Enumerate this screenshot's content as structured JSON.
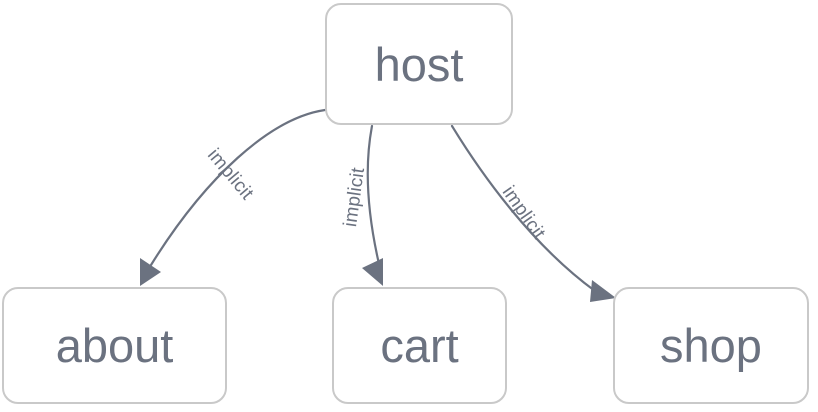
{
  "diagram": {
    "type": "directed-graph",
    "background_color": "#ffffff",
    "node_fill": "#ffffff",
    "node_border_color": "#c9c9c9",
    "node_text_color": "#6b7280",
    "edge_color": "#6b7280",
    "nodes": [
      {
        "id": "host",
        "label": "host"
      },
      {
        "id": "about",
        "label": "about"
      },
      {
        "id": "cart",
        "label": "cart"
      },
      {
        "id": "shop",
        "label": "shop"
      }
    ],
    "edges": [
      {
        "from": "host",
        "to": "about",
        "label": "implicit"
      },
      {
        "from": "host",
        "to": "cart",
        "label": "implicit"
      },
      {
        "from": "host",
        "to": "shop",
        "label": "implicit"
      }
    ]
  }
}
